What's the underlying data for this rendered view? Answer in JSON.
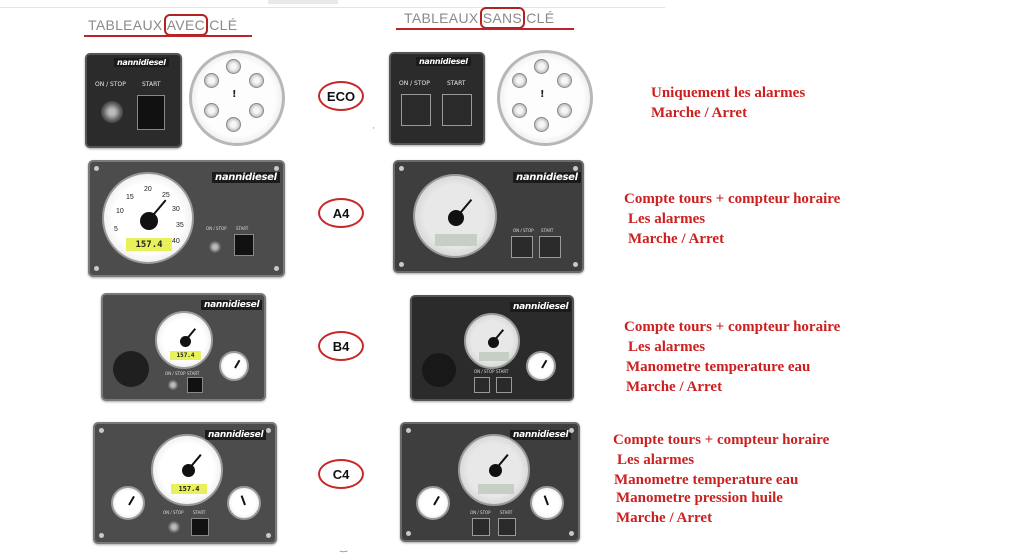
{
  "headers": {
    "left": [
      "TABLEAUX",
      "AVEC",
      "CLÉ"
    ],
    "right": [
      "TABLEAUX",
      "SANS",
      "CLÉ"
    ]
  },
  "panel_text": {
    "brand": "nannidiesel",
    "on_stop": "ON / STOP",
    "start": "START",
    "hours_display": "157.4"
  },
  "rows": [
    {
      "code": "ECO",
      "description": [
        "Uniquement les alarmes",
        "Marche / Arret"
      ]
    },
    {
      "code": "A4",
      "description": [
        "Compte tours + compteur horaire",
        "Les alarmes",
        "Marche / Arret"
      ]
    },
    {
      "code": "B4",
      "description": [
        "Compte tours + compteur horaire",
        "Les alarmes",
        "Manometre temperature  eau",
        "Marche / Arret"
      ]
    },
    {
      "code": "C4",
      "description": [
        "Compte tours + compteur horaire",
        "Les alarmes",
        "Manometre temperature eau",
        "Manometre pression huile",
        "Marche / Arret"
      ]
    }
  ],
  "tach_ticks": [
    "5",
    "10",
    "15",
    "20",
    "25",
    "30",
    "35",
    "40"
  ],
  "colors": {
    "accent_red": "#cc1f1f",
    "badge_border": "#c62828",
    "lcd_yellow": "#e8f15a"
  }
}
